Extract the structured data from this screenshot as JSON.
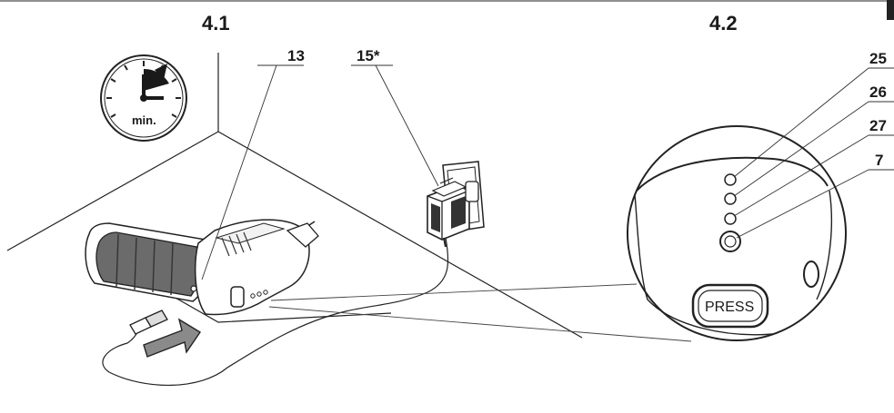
{
  "figures": {
    "left_label": "4.1",
    "right_label": "4.2"
  },
  "clock": {
    "icon": "clock-icon",
    "unit_text": "min."
  },
  "callouts": {
    "c13": "13",
    "c15": "15*",
    "c25": "25",
    "c26": "26",
    "c27": "27",
    "c7": "7"
  },
  "button": {
    "label": "PRESS"
  },
  "colors": {
    "ink": "#1a1a1a",
    "grip": "#6b6b6b",
    "arrow": "#8a8a8a"
  }
}
